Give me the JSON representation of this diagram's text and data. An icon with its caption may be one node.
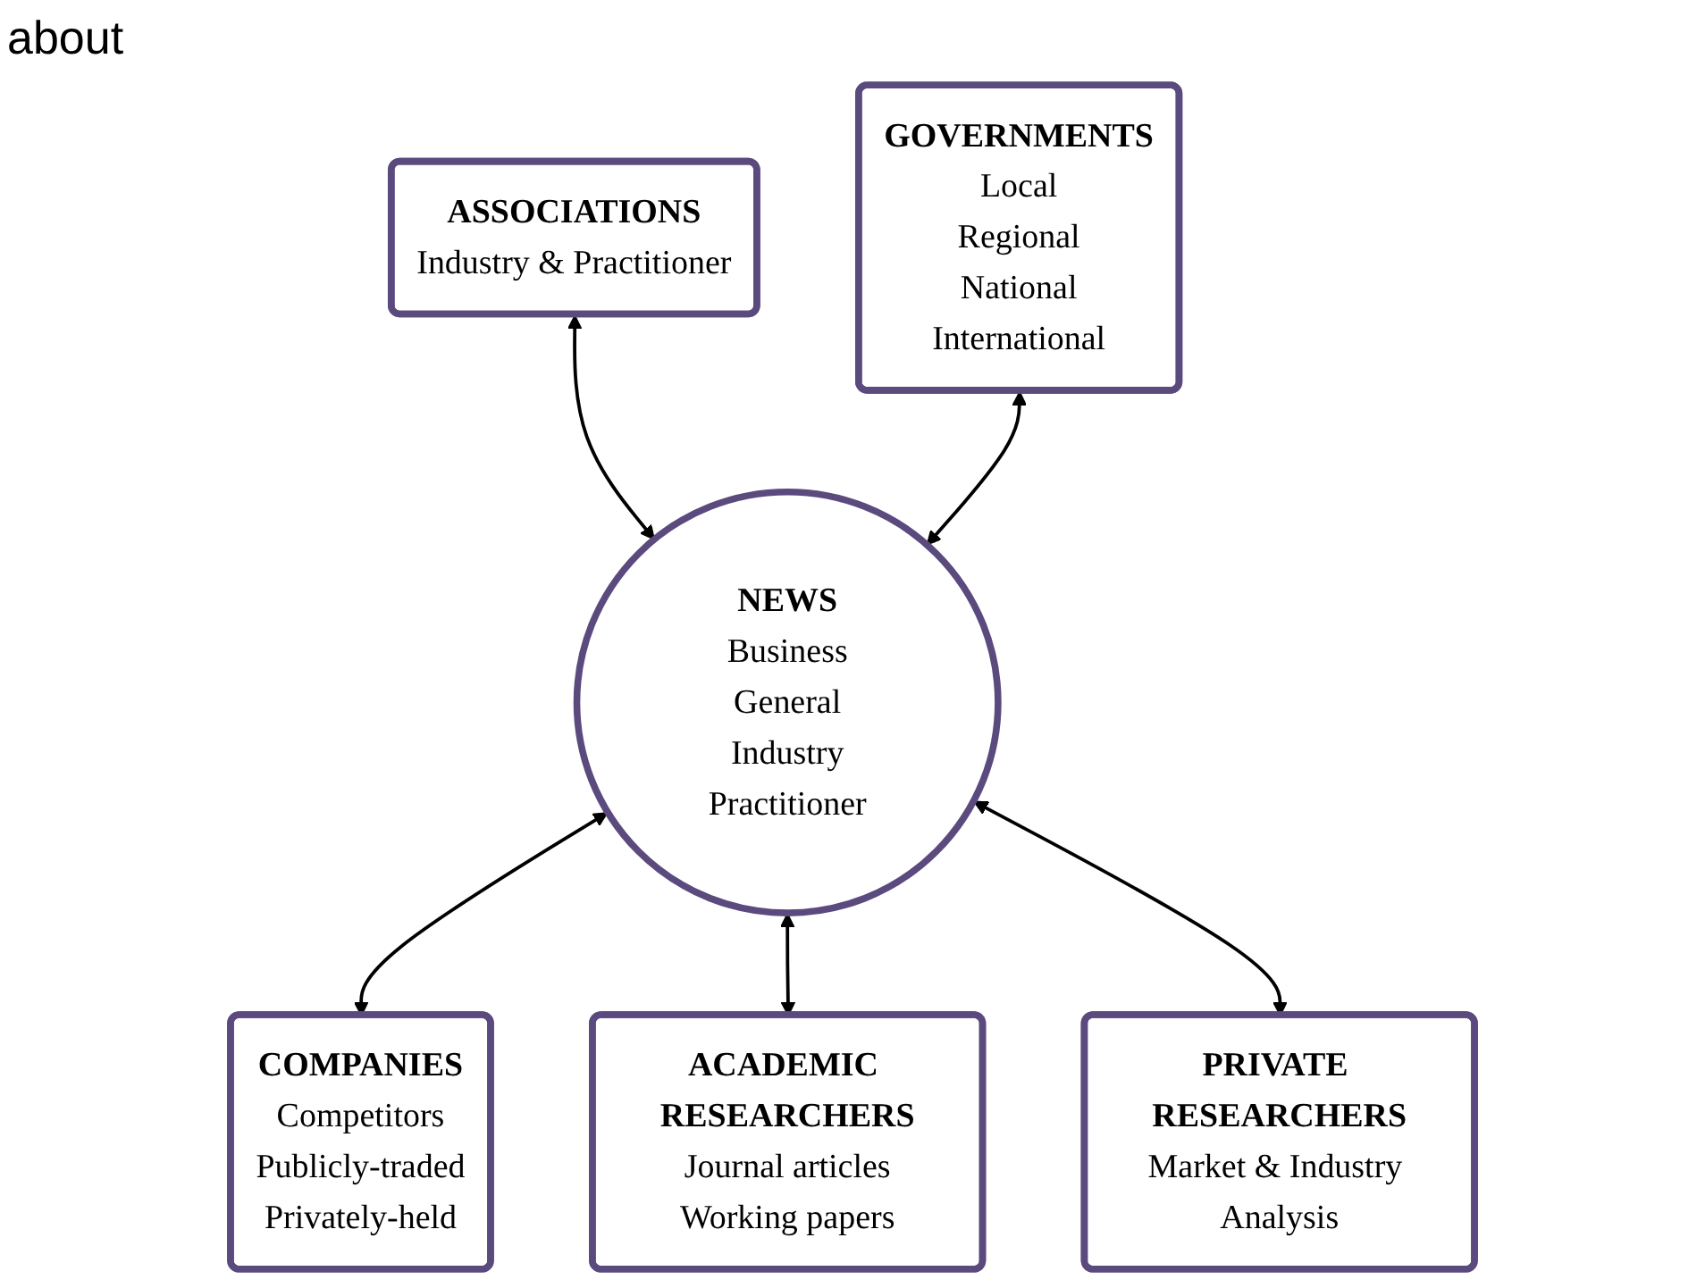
{
  "diagram": {
    "nodes": [
      {
        "text": [
          "ASSOCIATIONS",
          "Industry & Practitioner"
        ]
      },
      {
        "text": [
          "GOVERNMENTS",
          "Local",
          "Regional",
          "National",
          "International"
        ]
      },
      {
        "text": [
          "COMPANIES",
          "Competitors",
          "Publicly-traded",
          "Privately-held"
        ]
      },
      {
        "text": [
          "NEWS",
          "Business",
          "General",
          "Industry",
          "Practitioner"
        ]
      },
      {
        "text": [
          "ACADEMIC RESEARCHERS",
          "Journal articles",
          "Working papers"
        ]
      },
      {
        "text": [
          "PRIVATE RESEARCHERS",
          "Market & Industry Analysis"
        ]
      }
    ],
    "edges": [
      {
        "from": 3,
        "to": 0,
        "arrow": "both"
      },
      {
        "from": 3,
        "to": 1,
        "arrow": "both"
      },
      {
        "from": 3,
        "to": 2,
        "arrow": "both"
      },
      {
        "from": 3,
        "to": 4,
        "arrow": "both"
      },
      {
        "from": 3,
        "to": 5,
        "arrow": "both"
      }
    ],
    "labels": [
      "about"
    ]
  }
}
